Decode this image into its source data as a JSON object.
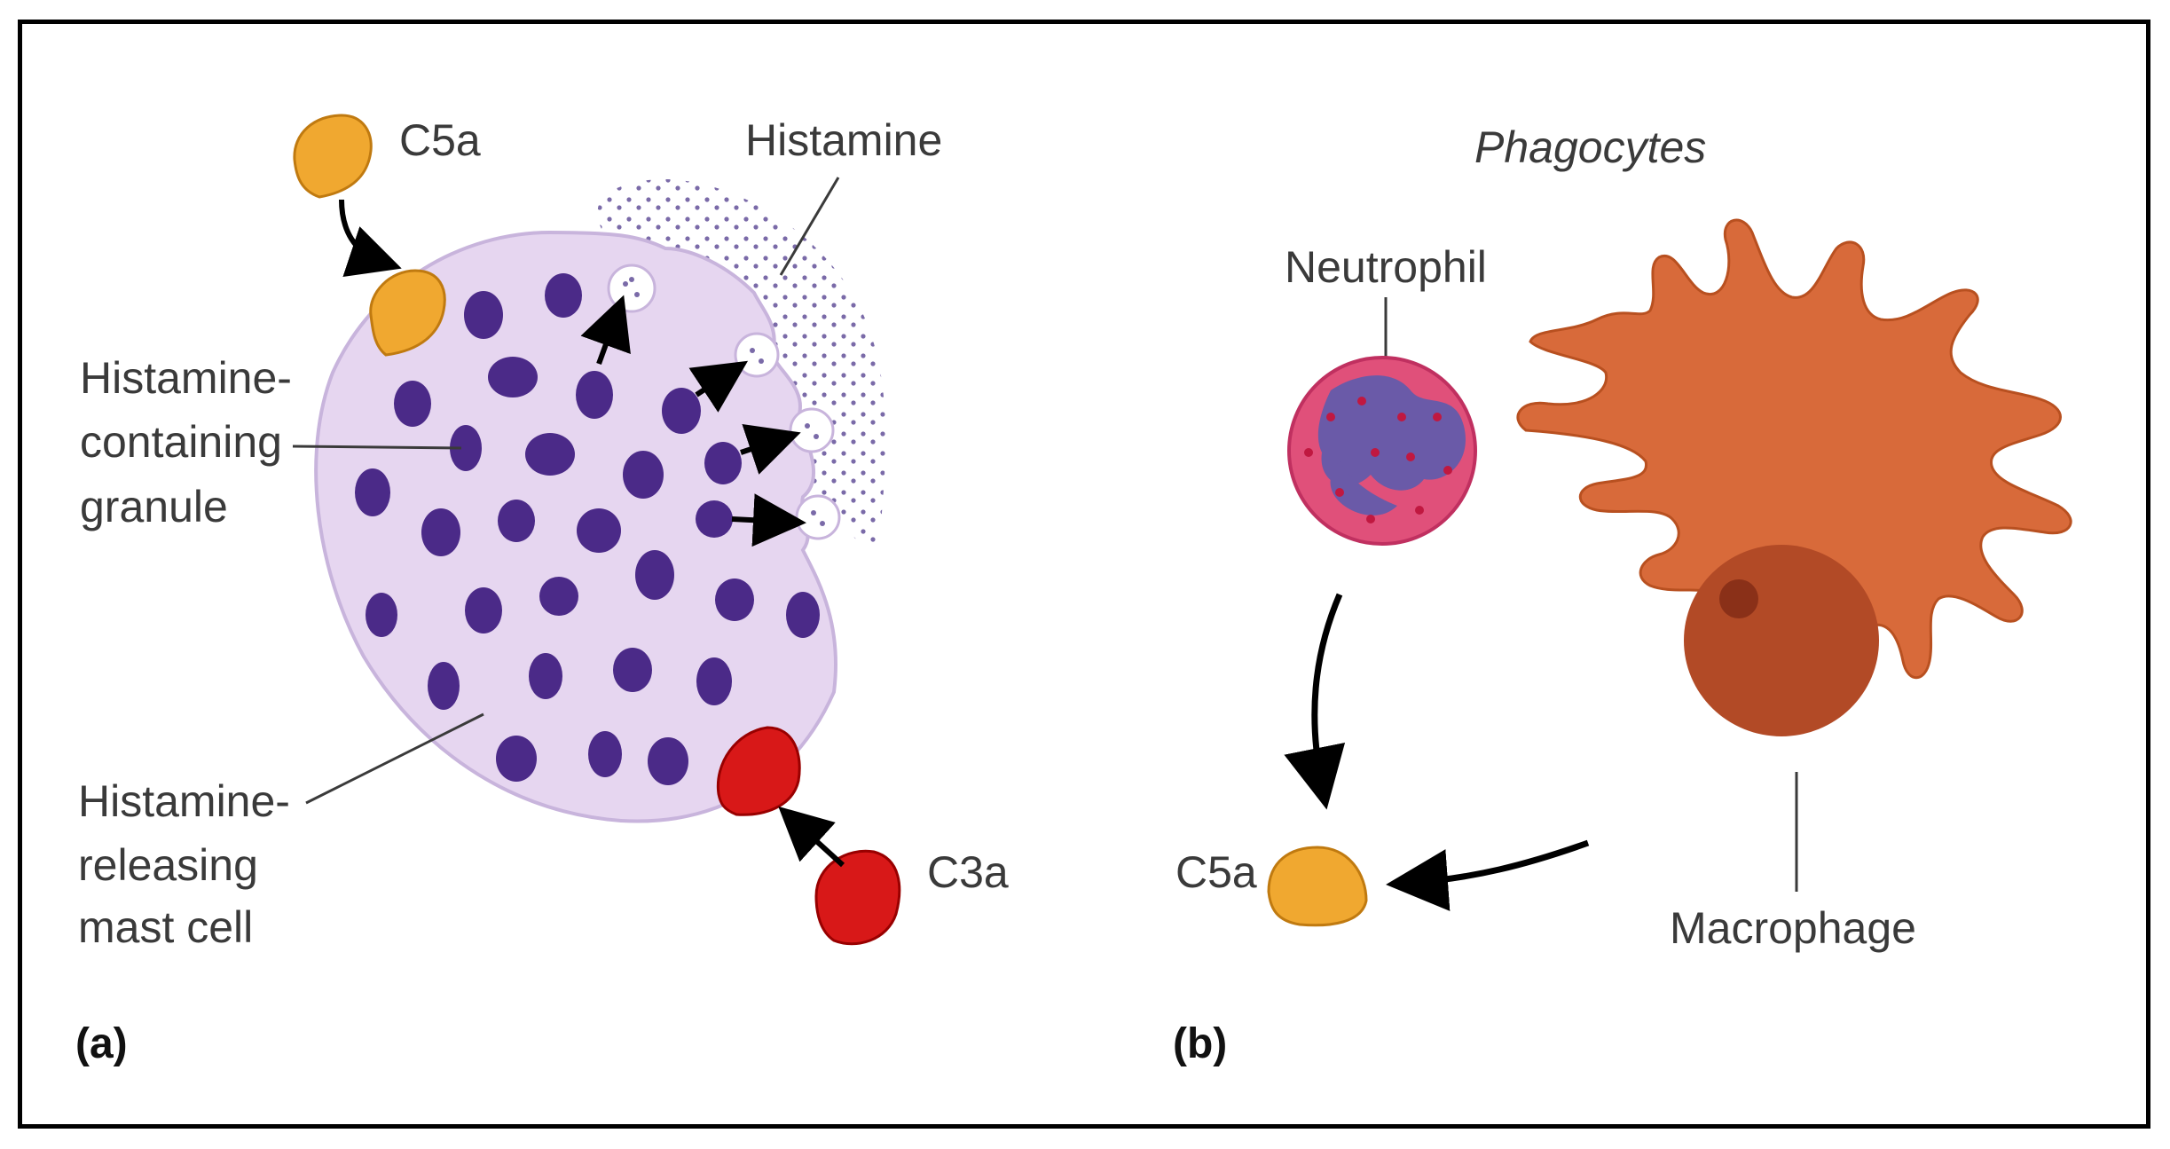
{
  "panel_a": {
    "tag": "(a)",
    "labels": {
      "c5a": "C5a",
      "histamine": "Histamine",
      "granule": [
        "Histamine-",
        "containing",
        "granule"
      ],
      "mast_cell": [
        "Histamine-",
        "releasing",
        "mast cell"
      ],
      "c3a": "C3a"
    }
  },
  "panel_b": {
    "tag": "(b)",
    "labels": {
      "phagocytes": "Phagocytes",
      "neutrophil": "Neutrophil",
      "c5a": "C5a",
      "macrophage": "Macrophage"
    }
  },
  "colors": {
    "c5a": "#f0a830",
    "c3a": "#d81818",
    "mast_cell": "#e4d4ee",
    "granule": "#4a2a8a",
    "neutrophil": "#e0507a",
    "neutrophil_nucleus": "#6a5aa8",
    "macrophage": "#d86a3a",
    "macrophage_nucleus": "#b04a2a"
  }
}
